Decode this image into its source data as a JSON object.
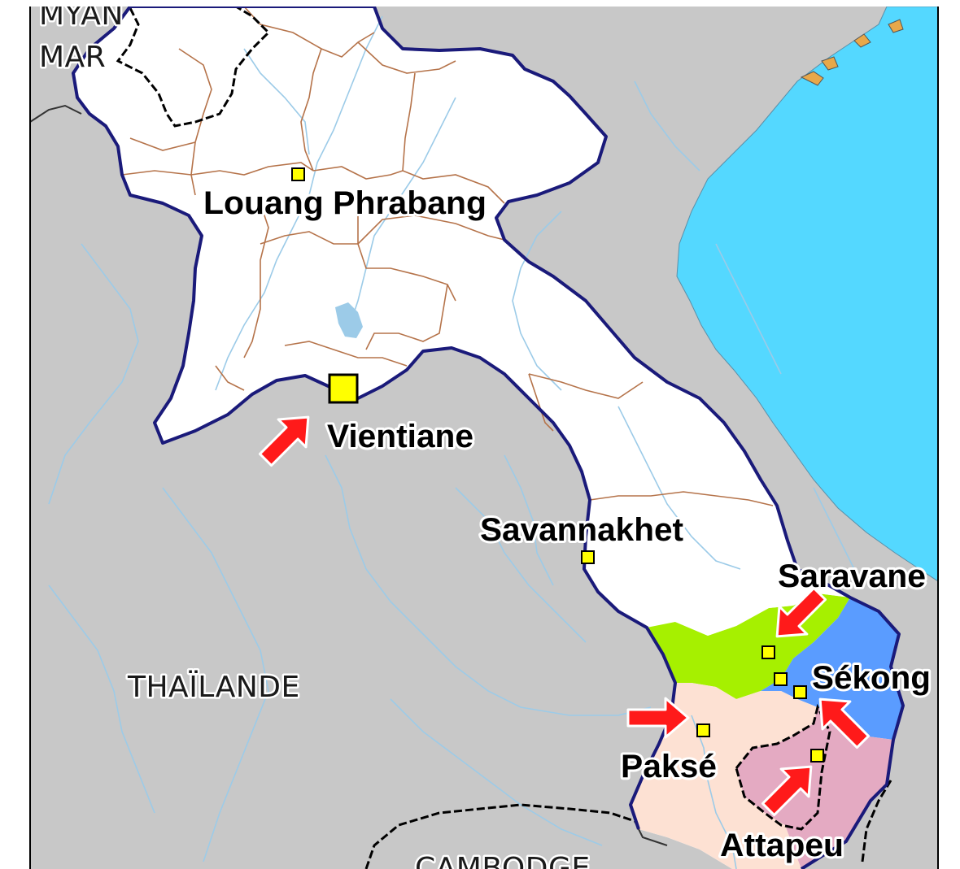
{
  "map": {
    "countries": {
      "myanmar_line1": "MYAN",
      "myanmar_line2": "MAR",
      "thailand": "THAÏLANDE",
      "cambodia": "CAMBODGE"
    },
    "cities": {
      "louang_phrabang": "Louang Phrabang",
      "vientiane": "Vientiane",
      "savannakhet": "Savannakhet",
      "saravane": "Saravane",
      "sekong": "Sékong",
      "pakse": "Paksé",
      "attapeu": "Attapeu"
    },
    "colors": {
      "land_outside": "#c8c8c8",
      "laos": "#ffffff",
      "sea": "#54d8ff",
      "border": "#1a1a7a",
      "province_border": "#b5734a",
      "river": "#9ccbe8",
      "saravane_region": "#a6f000",
      "sekong_region": "#5a9cff",
      "champasak_region": "#fde1d3",
      "attapeu_region": "#e4aac2",
      "city_marker": "#ffff00",
      "arrow": "#ff1a1a"
    },
    "icons": [
      "city-marker-icon",
      "capital-marker-icon",
      "arrow-icon"
    ]
  }
}
